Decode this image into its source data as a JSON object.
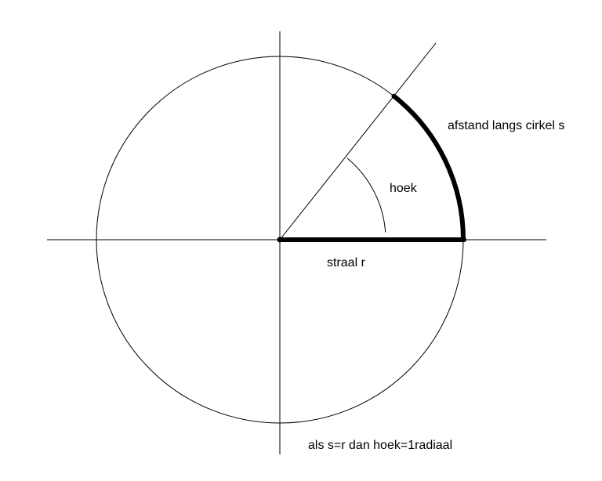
{
  "diagram": {
    "labels": {
      "arc_length": "afstand langs cirkel s",
      "angle": "hoek",
      "radius": "straal r",
      "statement": "als s=r dan hoek=1radiaal"
    },
    "angle_radians": 1,
    "colors": {
      "stroke": "#000000",
      "background": "#ffffff"
    }
  }
}
